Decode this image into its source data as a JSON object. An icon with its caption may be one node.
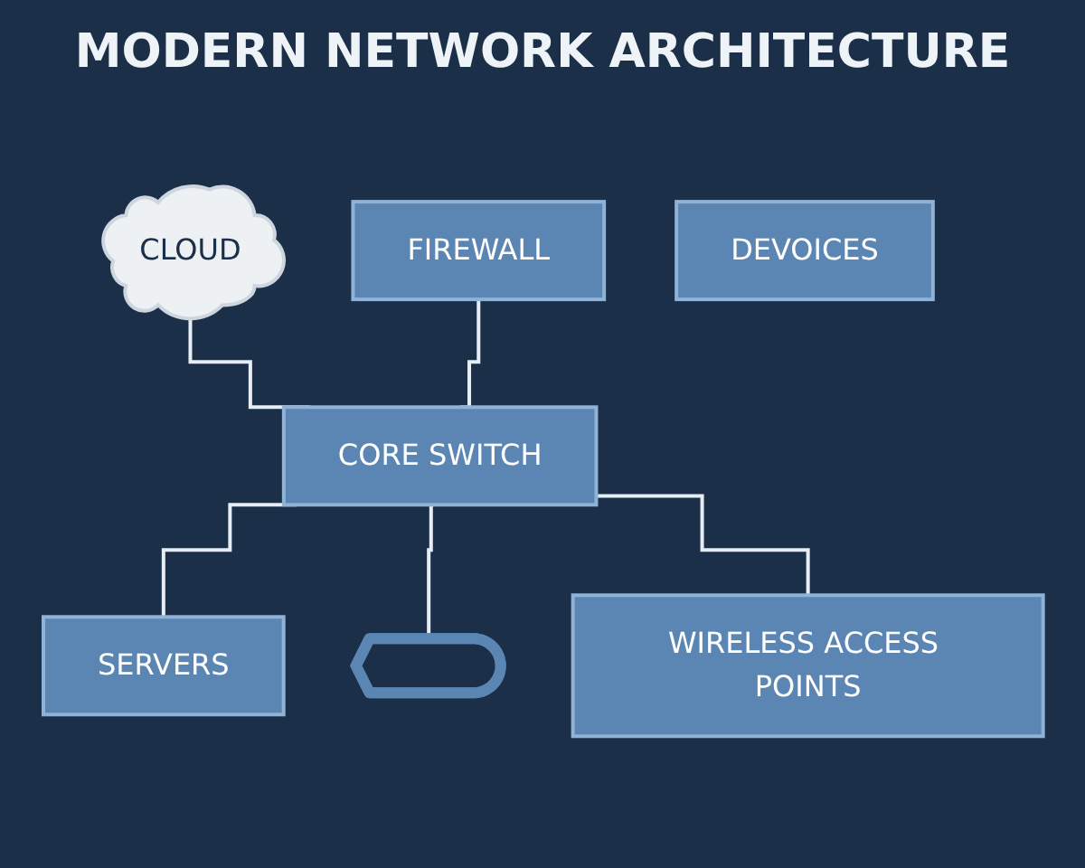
{
  "diagram": {
    "title": "MODERN NETWORK ARCHITECTURE",
    "nodes": [
      {
        "text": [
          "CLOUD"
        ]
      },
      {
        "text": [
          "FIREWALL"
        ]
      },
      {
        "text": [
          "CORE SWITCH"
        ]
      },
      {
        "text": [
          "SERVERS"
        ]
      },
      {
        "text": [],
        "shape": "monitor"
      },
      {
        "text": [
          "WIRELESS ACCESS POINTS"
        ]
      },
      {
        "text": [
          "DEVOICES"
        ]
      }
    ],
    "edges": [
      {
        "from": 0,
        "to": 2,
        "arrow": "none"
      },
      {
        "from": 1,
        "to": 2,
        "arrow": "none"
      },
      {
        "from": 2,
        "to": 3,
        "arrow": "none"
      },
      {
        "from": 2,
        "to": 4,
        "arrow": "none"
      },
      {
        "from": 2,
        "to": 5,
        "arrow": "none"
      }
    ]
  }
}
